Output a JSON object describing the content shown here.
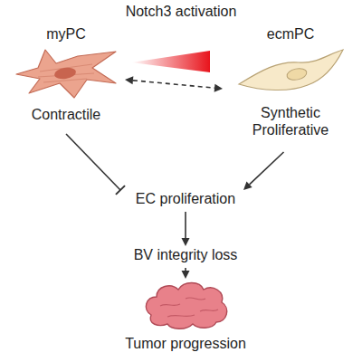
{
  "diagram": {
    "title": "Notch3 activation",
    "nodes": [
      {
        "text": [
          "myPC",
          "Contractile"
        ]
      },
      {
        "text": [
          "ecmPC",
          "Synthetic Proliferative"
        ]
      },
      {
        "text": [
          "EC proliferation"
        ]
      },
      {
        "text": [
          "BV integrity loss"
        ]
      },
      {
        "text": [
          "Tumor progression"
        ]
      }
    ],
    "edges": [
      {
        "from": 0,
        "to": 1,
        "arrow": "both"
      },
      {
        "from": 0,
        "to": 2,
        "arrow": "to"
      },
      {
        "from": 1,
        "to": 2,
        "arrow": "to"
      },
      {
        "from": 2,
        "to": 3,
        "arrow": "to"
      },
      {
        "from": 3,
        "to": 4,
        "arrow": "to"
      }
    ]
  }
}
